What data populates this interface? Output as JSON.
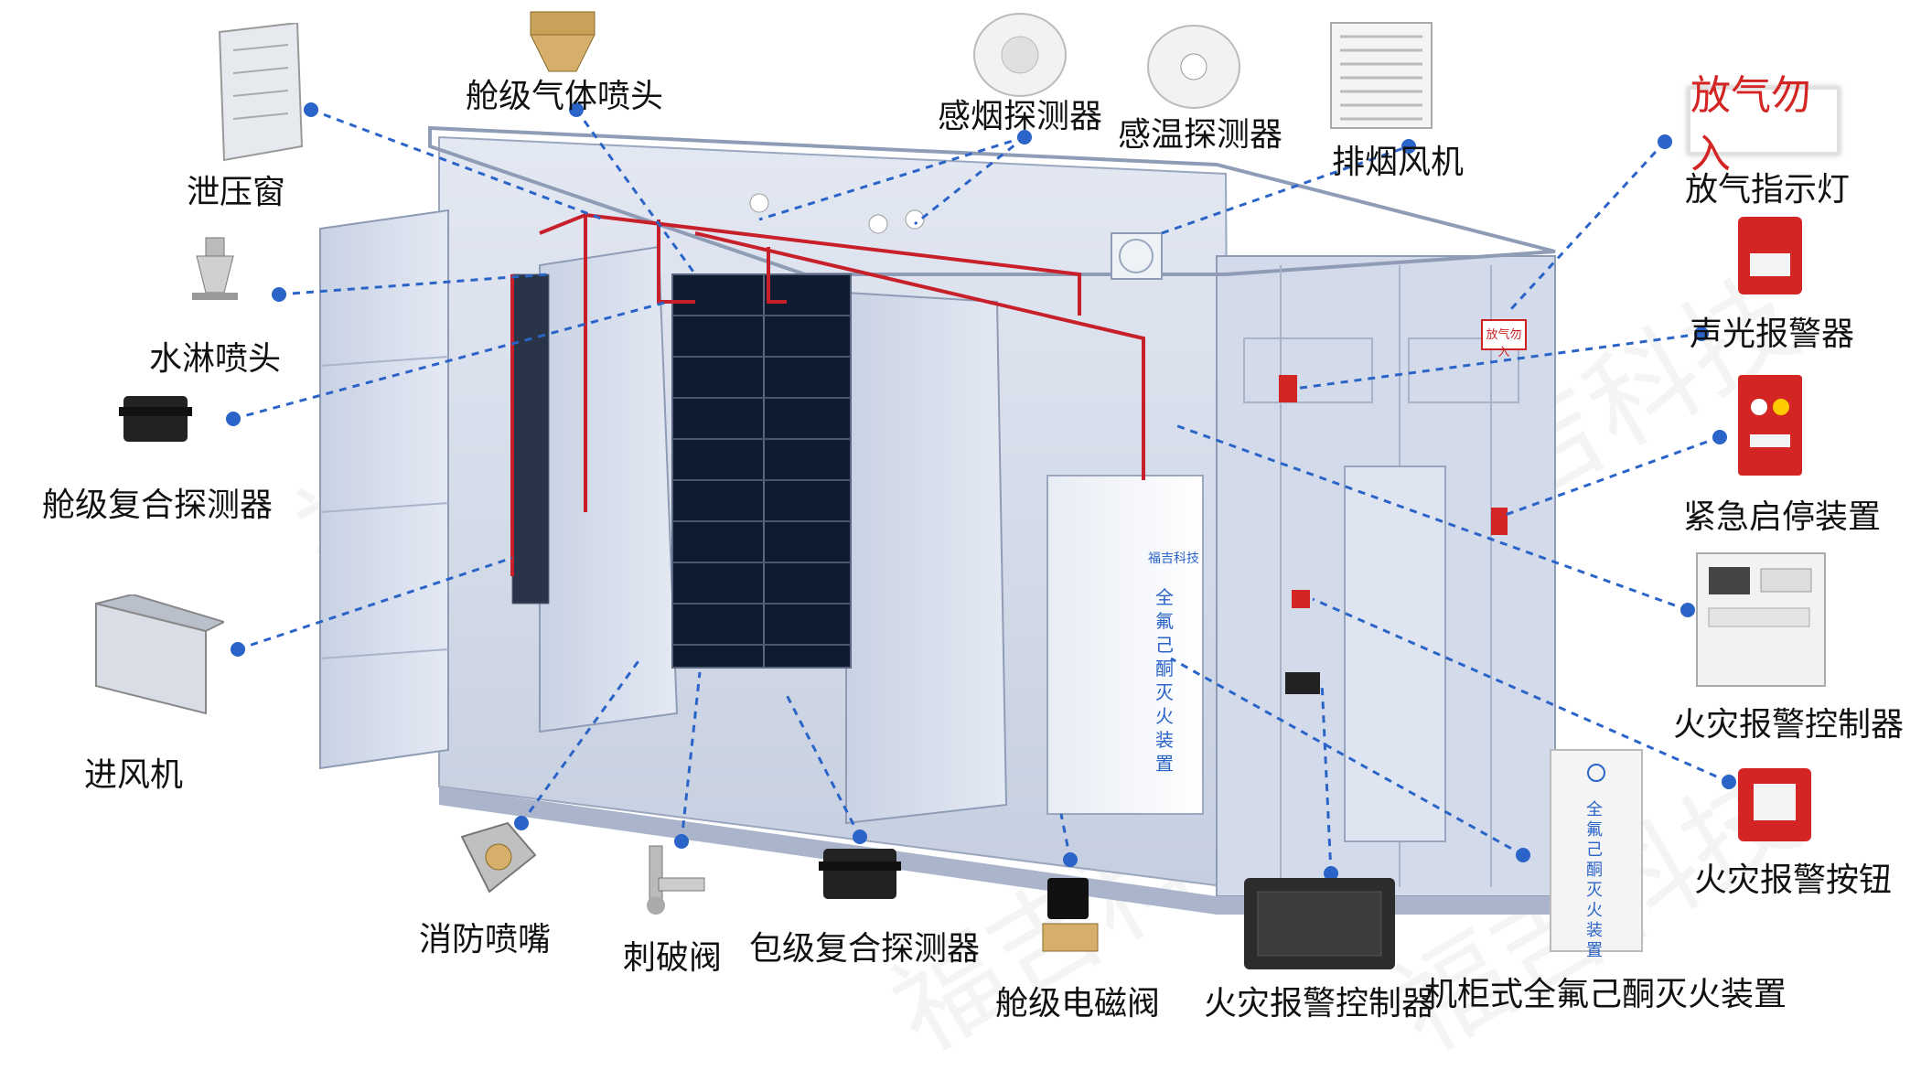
{
  "labels": {
    "pressure_relief_window": "泄压窗",
    "cabin_gas_nozzle": "舱级气体喷头",
    "smoke_detector": "感烟探测器",
    "heat_detector": "感温探测器",
    "smoke_exhaust_fan": "排烟风机",
    "gas_release_indicator": "放气指示灯",
    "sprinkler_head": "水淋喷头",
    "audible_visual_alarm": "声光报警器",
    "cabin_composite_detector": "舱级复合探测器",
    "emergency_start_stop": "紧急启停装置",
    "intake_fan": "进风机",
    "fire_alarm_controller_right": "火灾报警控制器",
    "fire_alarm_button": "火灾报警按钮",
    "fire_nozzle": "消防喷嘴",
    "puncture_valve": "刺破阀",
    "pack_composite_detector": "包级复合探测器",
    "cabin_solenoid_valve": "舱级电磁阀",
    "fire_alarm_controller_bottom": "火灾报警控制器",
    "cabinet_extinguisher": "机柜式全氟己酮灭火装置"
  },
  "signs": {
    "gas_release_sign": "放气勿入",
    "container_sign": "放气勿入",
    "extinguisher_brand": "福吉科技",
    "extinguisher_text": "全氟己酮灭火装置",
    "cabinet_text": "全氟己酮灭火装置"
  },
  "watermark": "福吉科技",
  "colors": {
    "leader_line": "#2b64c8",
    "pipe": "#c8202a",
    "container": "#cdd6e6",
    "alarm_red": "#d42525"
  }
}
